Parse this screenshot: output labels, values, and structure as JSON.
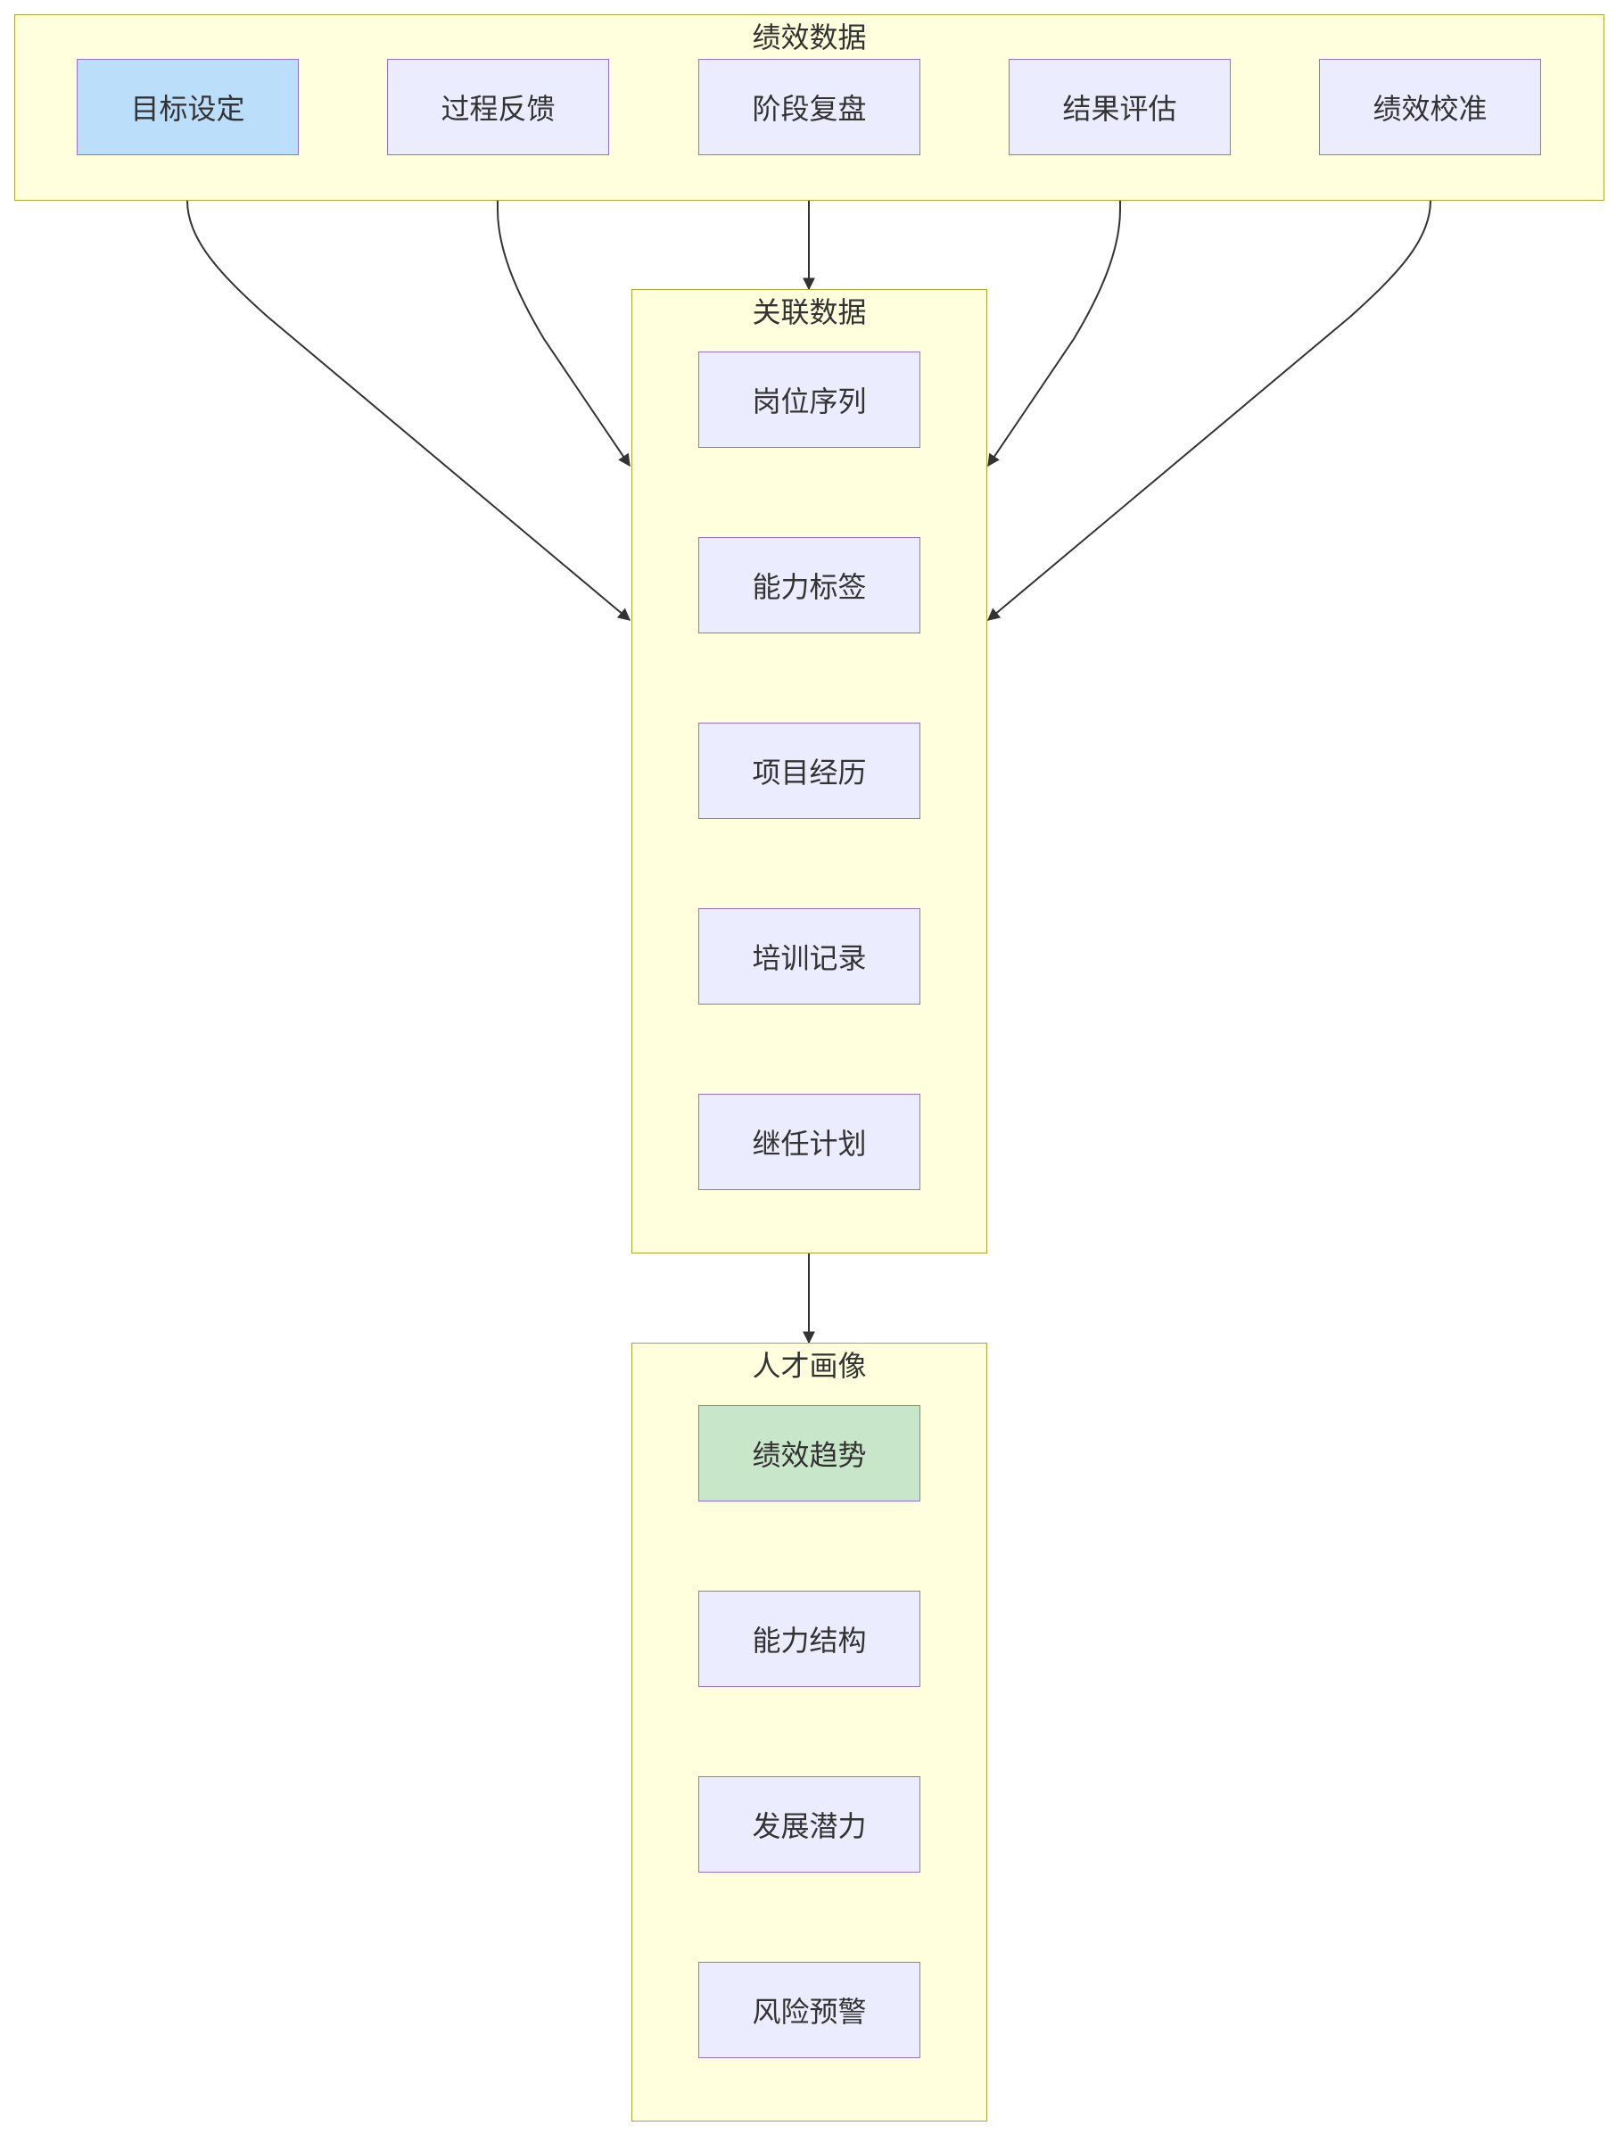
{
  "clusters": {
    "performance": {
      "title": "绩效数据",
      "nodes": [
        "目标设定",
        "过程反馈",
        "阶段复盘",
        "结果评估",
        "绩效校准"
      ]
    },
    "related": {
      "title": "关联数据",
      "nodes": [
        "岗位序列",
        "能力标签",
        "项目经历",
        "培训记录",
        "继任计划"
      ]
    },
    "portrait": {
      "title": "人才画像",
      "nodes": [
        "绩效趋势",
        "能力结构",
        "发展潜力",
        "风险预警"
      ]
    }
  },
  "colors": {
    "cluster_fill": "#ffffde",
    "cluster_border": "#aaaa33",
    "node_fill": "#ececff",
    "node_border": "#9370db",
    "start_node_fill": "#bbdefb",
    "highlight_node_fill": "#c8e6c9",
    "edge": "#333333"
  }
}
